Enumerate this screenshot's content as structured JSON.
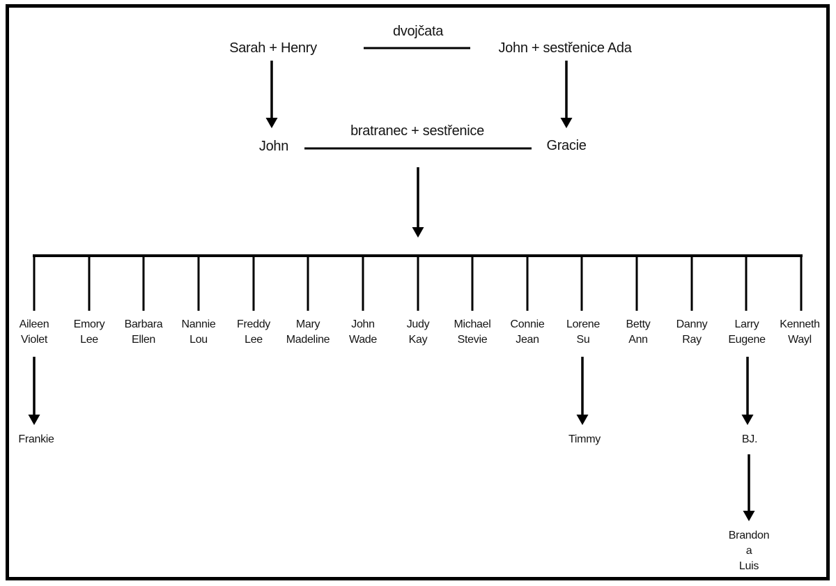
{
  "colors": {
    "background": "#ffffff",
    "line": "#000000",
    "text": "#141414"
  },
  "generation1": {
    "couple_left": "Sarah + Henry",
    "relation_label": "dvojčata",
    "couple_right": "John + sestřenice Ada"
  },
  "generation2": {
    "left_child": "John",
    "relation_label": "bratranec + sestřenice",
    "right_child": "Gracie"
  },
  "children": [
    {
      "name": "Aileen\nViolet"
    },
    {
      "name": "Emory\nLee"
    },
    {
      "name": "Barbara\nEllen"
    },
    {
      "name": "Nannie\nLou"
    },
    {
      "name": "Freddy\nLee"
    },
    {
      "name": "Mary\nMadeline"
    },
    {
      "name": "John\nWade"
    },
    {
      "name": "Judy\nKay"
    },
    {
      "name": "Michael\nStevie"
    },
    {
      "name": "Connie\nJean"
    },
    {
      "name": "Lorene\nSu"
    },
    {
      "name": "Betty\nAnn"
    },
    {
      "name": "Danny\nRay"
    },
    {
      "name": "Larry\nEugene"
    },
    {
      "name": "Kenneth\nWayl"
    }
  ],
  "generation4": {
    "child_of_aileen": "Frankie",
    "child_of_lorene": "Timmy",
    "child_of_larry": "BJ."
  },
  "generation5": {
    "children_of_bj": "Brandon\na\nLuis"
  }
}
